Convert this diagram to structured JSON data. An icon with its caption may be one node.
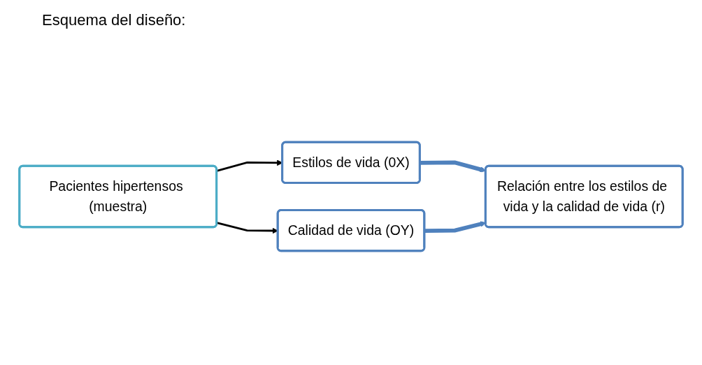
{
  "diagram": {
    "title": "Esquema del diseño:",
    "nodes": [
      {
        "text": [
          "Pacientes hipertensos (muestra)"
        ]
      },
      {
        "text": [
          "Estilos de vida (0X)"
        ]
      },
      {
        "text": [
          "Relación entre los estilos de vida y la calidad de vida (r)"
        ]
      },
      {
        "text": [
          "Calidad de vida (OY)"
        ]
      }
    ],
    "edges": [
      {
        "from": 0,
        "to": 1,
        "arrow": "to"
      },
      {
        "from": 0,
        "to": 3,
        "arrow": "to"
      },
      {
        "from": 1,
        "to": 2,
        "arrow": "to",
        "style": "thick",
        "color": "#4f81bd"
      },
      {
        "from": 3,
        "to": 2,
        "arrow": "to",
        "style": "thick",
        "color": "#4f81bd"
      }
    ]
  }
}
